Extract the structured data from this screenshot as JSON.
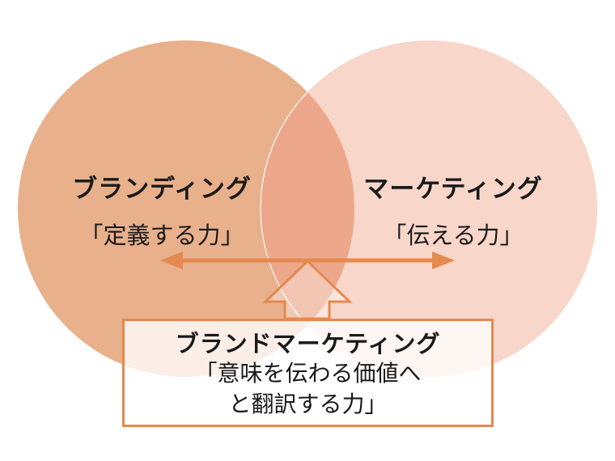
{
  "colors": {
    "left_circle": "#e9b08c",
    "right_circle": "#f8d6ca",
    "overlap": "#eda78a",
    "accent_orange": "#e4894f"
  },
  "left": {
    "title": "ブランディング",
    "subtitle": "「定義する力」"
  },
  "right": {
    "title": "マーケティング",
    "subtitle": "「伝える力」"
  },
  "result": {
    "title": "ブランドマーケティング",
    "line1": "「意味を伝わる価値へ",
    "line2": "と翻訳する力」"
  }
}
